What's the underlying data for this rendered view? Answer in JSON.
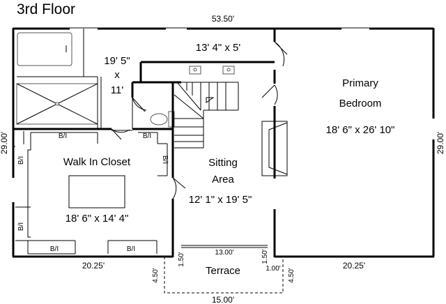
{
  "title": "3rd Floor",
  "overall": {
    "width_top": "53.50'",
    "width_bottom_left": "20.25'",
    "width_bottom_right": "20.25'",
    "depth_left": "29.00'",
    "depth_right": "29.00'"
  },
  "rooms": {
    "bath": {
      "dim_line1": "19' 5\"",
      "dim_line2": "x",
      "dim_line3": "11'"
    },
    "hall": {
      "dim": "13' 4\" x 5'"
    },
    "primary": {
      "name_line1": "Primary",
      "name_line2": "Bedroom",
      "dim": "18' 6\" x 26' 10\""
    },
    "closet": {
      "name": "Walk In Closet",
      "dim": "18' 6\" x 14' 4\""
    },
    "sitting": {
      "name_line1": "Sitting",
      "name_line2": "Area",
      "dim": "12' 1\" x 19' 5\""
    },
    "terrace": {
      "name": "Terrace",
      "width_inner": "13.00'",
      "width_outer": "15.00'",
      "side_left": "1.50'",
      "side_right": "1.50'",
      "right_offset": "1.00'",
      "depth_left": "4.50'",
      "depth_right": "4.50'"
    }
  },
  "built_ins": [
    "B/I",
    "B/I",
    "B/I",
    "B/I",
    "B/I",
    "B/I",
    "B/I"
  ]
}
